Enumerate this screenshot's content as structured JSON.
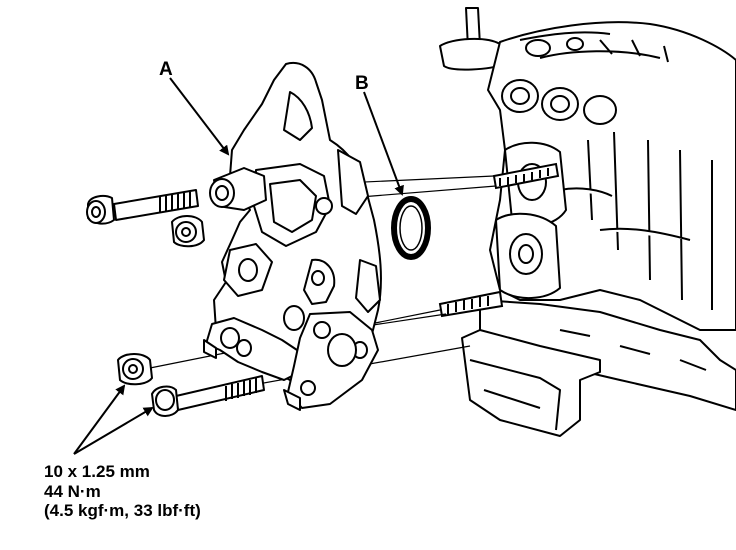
{
  "callouts": {
    "a": "A",
    "b": "B"
  },
  "torque_spec": {
    "size": "10 x 1.25 mm",
    "torque_nm": "44 N·m",
    "torque_alt": "(4.5 kgf·m, 33 lbf·ft)"
  },
  "colors": {
    "ink": "#000000",
    "paper": "#ffffff"
  }
}
